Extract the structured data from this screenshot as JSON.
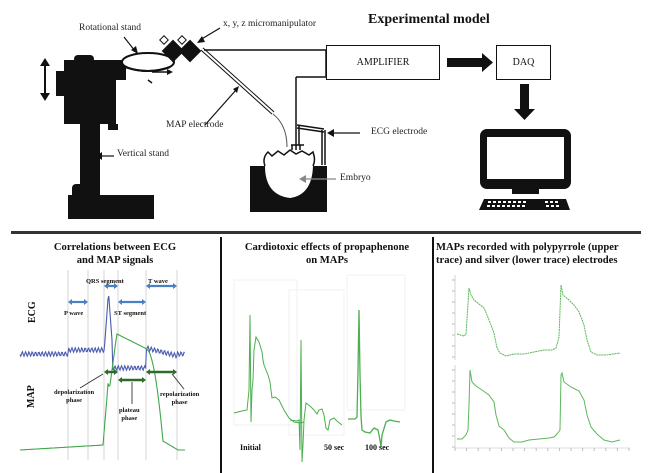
{
  "top": {
    "title": "Experimental model",
    "labels": {
      "rotational_stand": "Rotational  stand",
      "micromanipulator": "x, y, z micromanipulator",
      "map_electrode": "MAP electrode",
      "vertical_stand": "Vertical stand",
      "ecg_electrode": "ECG electrode",
      "embryo": "Embryo"
    },
    "boxes": {
      "amplifier": "AMPLIFIER",
      "daq": "DAQ"
    }
  },
  "panels": [
    {
      "title_line1": "Correlations between ECG",
      "title_line2": "and MAP signals",
      "ecg_axis": "ECG",
      "map_axis": "MAP",
      "annotations": {
        "qrs": "QRS segment",
        "t_wave": "T wave",
        "p_wave": "P wave",
        "st": "ST segment",
        "depol1": "depolarization",
        "depol2": "phase",
        "plateau1": "plateau",
        "plateau2": "phase",
        "repol1": "repolarization",
        "repol2": "phase"
      },
      "colors": {
        "ecg": "#4a5bb0",
        "map": "#3fa84a",
        "arrow_ecg": "#4a7fc1",
        "arrow_map": "#2f6b2a"
      }
    },
    {
      "title_line1": "Cardiotoxic effects of propaphenone",
      "title_line2": "on MAPs",
      "traces": [
        {
          "label": "Initial"
        },
        {
          "label": "50 sec"
        },
        {
          "label": "100 sec"
        }
      ],
      "colors": {
        "trace": "#4caf50"
      }
    },
    {
      "title_line1": "MAPs recorded with polypyrrole (upper",
      "title_line2": "trace) and silver (lower trace) electrodes",
      "colors": {
        "trace": "#5cb85c"
      }
    }
  ],
  "chart_data": [
    {
      "type": "line",
      "title": "Correlations between ECG and MAP signals",
      "series": [
        {
          "name": "ECG",
          "description": "baseline with noise, P wave bump, QRS spike, ST depression, T wave"
        },
        {
          "name": "MAP",
          "description": "flat baseline, rapid depolarization, plateau, repolarization"
        }
      ],
      "segments": [
        "P wave",
        "QRS segment",
        "ST segment",
        "T wave"
      ],
      "phases": [
        "depolarization phase",
        "plateau phase",
        "repolarization phase"
      ]
    },
    {
      "type": "line",
      "title": "Cardiotoxic effects of propaphenone on MAPs",
      "series": [
        {
          "name": "Initial"
        },
        {
          "name": "50 sec"
        },
        {
          "name": "100 sec"
        }
      ]
    },
    {
      "type": "line",
      "title": "MAPs recorded with polypyrrole (upper trace) and silver (lower trace) electrodes",
      "series": [
        {
          "name": "polypyrrole (upper trace)"
        },
        {
          "name": "silver (lower trace)"
        }
      ]
    }
  ]
}
